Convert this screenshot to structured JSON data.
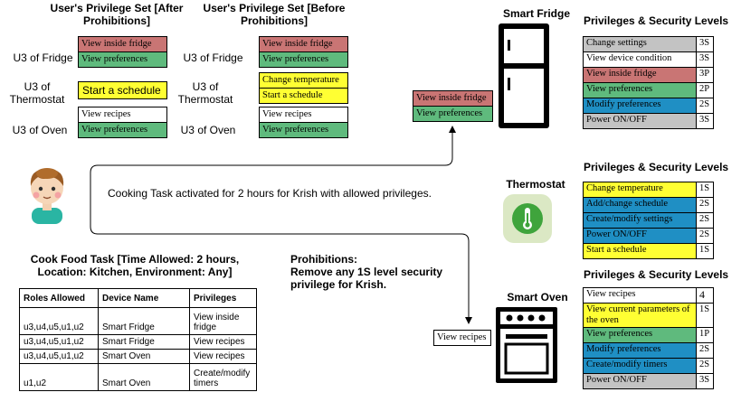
{
  "after": {
    "title": "User's Privilege Set [After Prohibitions]",
    "fridge_label": "U3 of Fridge",
    "fridge_items": [
      "View inside fridge",
      "View preferences"
    ],
    "thermo_label": "U3 of Thermostat",
    "thermo_items": [
      "Start a schedule"
    ],
    "oven_label": "U3 of Oven",
    "oven_items": [
      "View recipes",
      "View preferences"
    ]
  },
  "before": {
    "title": "User's Privilege Set [Before Prohibitions]",
    "fridge_label": "U3 of Fridge",
    "fridge_items": [
      "View inside fridge",
      "View preferences"
    ],
    "thermo_label": "U3 of Thermostat",
    "thermo_items": [
      "Change temperature",
      "Start a schedule"
    ],
    "oven_label": "U3 of Oven",
    "oven_items": [
      "View recipes",
      "View preferences"
    ]
  },
  "cooking_text": "Cooking Task activated for 2 hours for Krish with allowed privileges.",
  "task": {
    "title": "Cook Food Task [Time Allowed: 2 hours, Location: Kitchen, Environment: Any]",
    "headers": [
      "Roles Allowed",
      "Device Name",
      "Privileges"
    ],
    "rows": [
      [
        "u3,u4,u5,u1,u2",
        "Smart Fridge",
        "View inside fridge"
      ],
      [
        "u3,u4,u5,u1,u2",
        "Smart Fridge",
        "View recipes"
      ],
      [
        "u3,u4,u5,u1,u2",
        "Smart Oven",
        "View recipes"
      ],
      [
        "u1,u2",
        "Smart Oven",
        "Create/modify timers"
      ]
    ]
  },
  "prohibitions": {
    "title": "Prohibitions:",
    "text": "Remove any 1S level security privilege for Krish."
  },
  "fridge_output": [
    "View inside fridge",
    "View preferences"
  ],
  "oven_output": "View recipes",
  "fridge": {
    "name": "Smart Fridge",
    "table_title": "Privileges & Security Levels",
    "rows": [
      {
        "priv": "Change settings",
        "level": "3S",
        "color": "#c3c3c3"
      },
      {
        "priv": "View device condition",
        "level": "3S",
        "color": "#ffffff"
      },
      {
        "priv": "View inside fridge",
        "level": "3P",
        "color": "#c97574"
      },
      {
        "priv": "View preferences",
        "level": "2P",
        "color": "#5fba7d"
      },
      {
        "priv": "Modify preferences",
        "level": "2S",
        "color": "#1f8fc4"
      },
      {
        "priv": "Power ON/OFF",
        "level": "3S",
        "color": "#c3c3c3"
      }
    ]
  },
  "thermostat": {
    "name": "Thermostat",
    "table_title": "Privileges & Security Levels",
    "rows": [
      {
        "priv": "Change temperature",
        "level": "1S",
        "color": "#ffff33"
      },
      {
        "priv": "Add/change schedule",
        "level": "2S",
        "color": "#1f8fc4"
      },
      {
        "priv": "Create/modify settings",
        "level": "2S",
        "color": "#1f8fc4"
      },
      {
        "priv": "Power ON/OFF",
        "level": "2S",
        "color": "#1f8fc4"
      },
      {
        "priv": "Start a schedule",
        "level": "1S",
        "color": "#ffff33"
      }
    ]
  },
  "oven": {
    "name": "Smart Oven",
    "table_title": "Privileges & Security Levels",
    "rows": [
      {
        "priv": "View recipes",
        "level": "4",
        "color": "#ffffff"
      },
      {
        "priv": "View current parameters of the oven",
        "level": "1S",
        "color": "#ffff33"
      },
      {
        "priv": "View preferences",
        "level": "1P",
        "color": "#5fba7d"
      },
      {
        "priv": "Modify preferences",
        "level": "2S",
        "color": "#1f8fc4"
      },
      {
        "priv": "Create/modify timers",
        "level": "2S",
        "color": "#1f8fc4"
      },
      {
        "priv": "Power ON/OFF",
        "level": "3S",
        "color": "#c3c3c3"
      }
    ]
  }
}
